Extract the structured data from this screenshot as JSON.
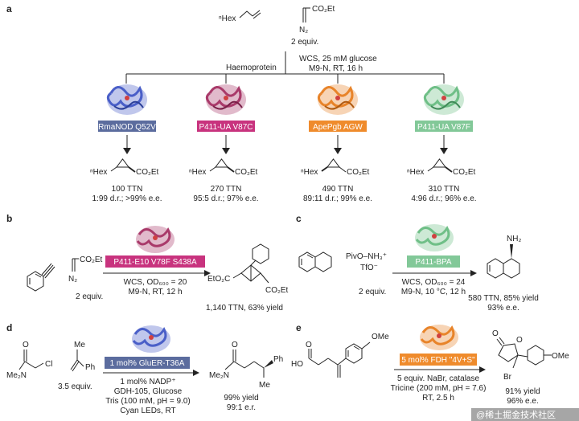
{
  "panels": {
    "a": {
      "letter": "a",
      "substrate_alkene": "ⁿHex",
      "reagent": "CO₂Et",
      "reagent_n2": "N₂",
      "reagent_equiv": "2 equiv.",
      "catalyst_label": "Haemoprotein",
      "conditions_line1": "WCS, 25 mM glucose",
      "conditions_line2": "M9-N, RT, 16 h",
      "enzymes": [
        {
          "name": "RmaNOD Q52V",
          "color": "#5b6c9e",
          "protein_color": "#4a5fc8",
          "product_left": "ⁿHex",
          "product_right": "CO₂Et",
          "ttn": "100 TTN",
          "selectivity": "1:99 d.r.; >99% e.e."
        },
        {
          "name": "P411-UA V87C",
          "color": "#c8337e",
          "protein_color": "#a93a6a",
          "product_left": "ⁿHex",
          "product_right": "CO₂Et",
          "ttn": "270 TTN",
          "selectivity": "95:5 d.r.; 97% e.e."
        },
        {
          "name": "ApePgb AGW",
          "color": "#ef8b2c",
          "protein_color": "#e8842a",
          "product_left": "ⁿHex",
          "product_right": "CO₂Et",
          "ttn": "490 TTN",
          "selectivity": "89:11 d.r.; 99% e.e."
        },
        {
          "name": "P411-UA V87F",
          "color": "#82c898",
          "protein_color": "#6fbf87",
          "product_left": "ⁿHex",
          "product_right": "CO₂Et",
          "ttn": "310 TTN",
          "selectivity": "4:96 d.r.; 96% e.e."
        }
      ]
    },
    "b": {
      "letter": "b",
      "reagent": "CO₂Et",
      "reagent_n2": "N₂",
      "reagent_equiv": "2 equiv.",
      "enzyme": "P411-E10 V78F S438A",
      "enzyme_color": "#c8337e",
      "conditions_line1": "WCS, OD₆₀₀ = 20",
      "conditions_line2": "M9-N, RT, 12 h",
      "product_ester_left": "EtO₂C",
      "product_ester_right": "CO₂Et",
      "result": "1,140 TTN, 63% yield"
    },
    "c": {
      "letter": "c",
      "reagent_line1": "PivO–NH₃⁺",
      "reagent_line2": "TfO⁻",
      "reagent_equiv": "2 equiv.",
      "enzyme": "P411-BPA",
      "enzyme_color": "#82c898",
      "conditions_line1": "WCS, OD₆₀₀ = 24",
      "conditions_line2": "M9-N, 10 °C, 12 h",
      "product_group": "NH₂",
      "result_line1": "580 TTN, 85% yield",
      "result_line2": "93% e.e."
    },
    "d": {
      "letter": "d",
      "sub_o": "O",
      "sub_nme2": "Me₂N",
      "sub_cl": "Cl",
      "alkene_me": "Me",
      "alkene_ph": "Ph",
      "alkene_equiv": "3.5 equiv.",
      "enzyme": "1 mol% GluER-T36A",
      "enzyme_color": "#5b6c9e",
      "conditions": [
        "1 mol% NADP⁺",
        "GDH-105, Glucose",
        "Tris (100 mM, pH = 9.0)",
        "Cyan LEDs, RT"
      ],
      "prod_o": "O",
      "prod_nme2": "Me₂N",
      "prod_ph": "Ph",
      "prod_me": "Me",
      "result_line1": "99% yield",
      "result_line2": "99:1 e.r."
    },
    "e": {
      "letter": "e",
      "sub_ome": "OMe",
      "sub_ho": "HO",
      "sub_o": "O",
      "enzyme": "5 mol% FDH \"4V+S\"",
      "enzyme_color": "#ef8b2c",
      "conditions": [
        "5 equiv. NaBr, catalase",
        "Tricine (200 mM, pH = 7.6)",
        "RT, 2.5 h"
      ],
      "prod_o_carbonyl": "O",
      "prod_o_ring": "O",
      "prod_br": "Br",
      "prod_ome": "OMe",
      "result_line1": "91% yield",
      "result_line2": "96% e.e."
    }
  },
  "watermark": "@稀土掘金技术社区"
}
